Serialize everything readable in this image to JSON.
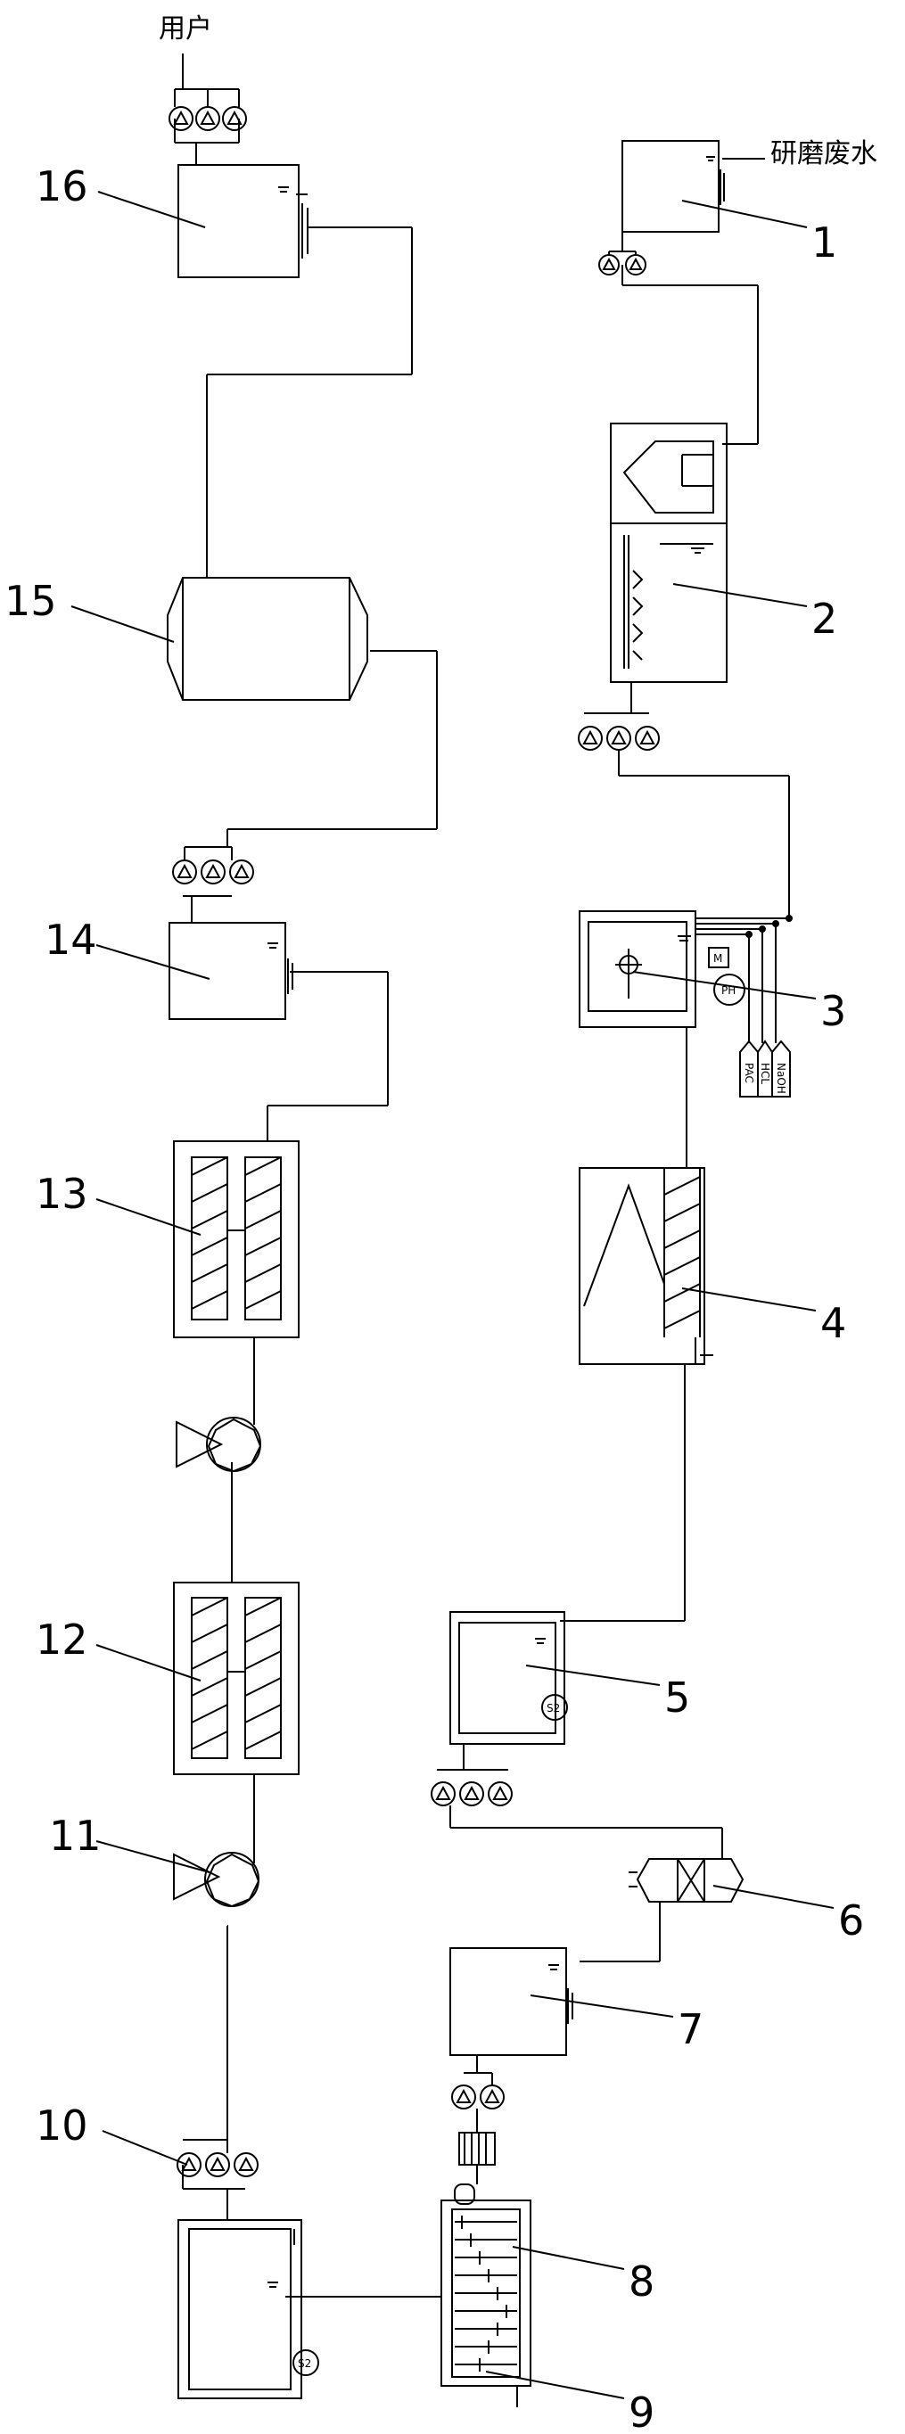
{
  "inlet_label": "研磨废水",
  "outlet_label": "用户",
  "units": [
    {
      "number": "1"
    },
    {
      "number": "2"
    },
    {
      "number": "3"
    },
    {
      "number": "4"
    },
    {
      "number": "5"
    },
    {
      "number": "6"
    },
    {
      "number": "7"
    },
    {
      "number": "8"
    },
    {
      "number": "9"
    },
    {
      "number": "10"
    },
    {
      "number": "11"
    },
    {
      "number": "12"
    },
    {
      "number": "13"
    },
    {
      "number": "14"
    },
    {
      "number": "15"
    },
    {
      "number": "16"
    }
  ],
  "dosing": [
    "PAC",
    "HCL",
    "NaOH"
  ],
  "motor_label": "M",
  "ph_label": "PH",
  "sensor_label": "S2"
}
